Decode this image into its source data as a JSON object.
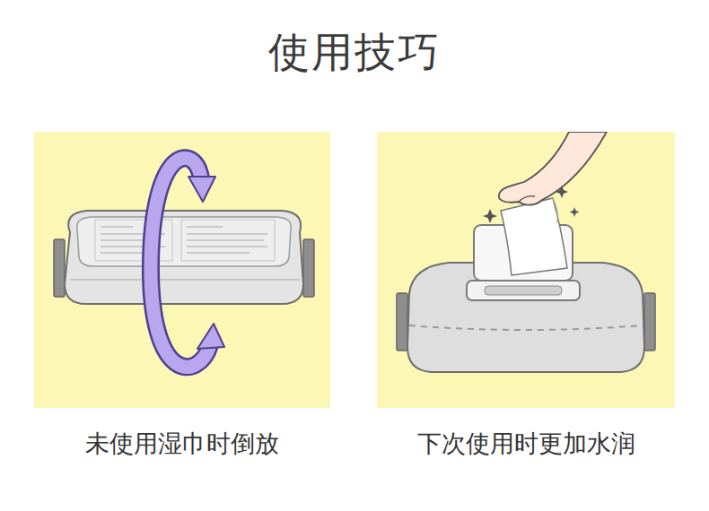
{
  "diagram": {
    "title": "使用技巧",
    "nodes": [
      {
        "text": [
          "未使用湿巾时倒放"
        ]
      },
      {
        "text": [
          "下次使用时更加水润"
        ]
      }
    ]
  }
}
